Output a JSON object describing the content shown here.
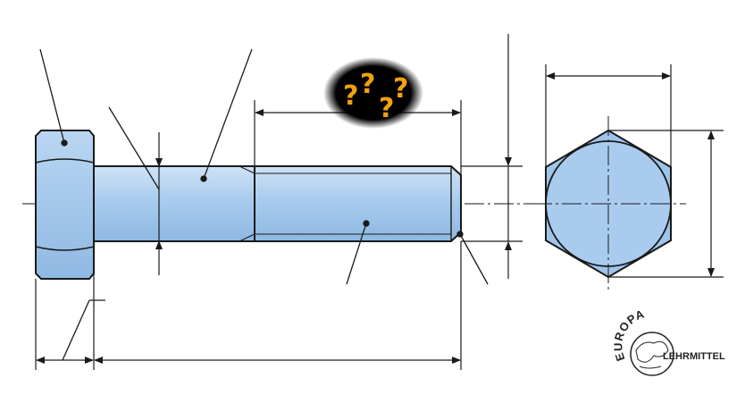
{
  "drawing": {
    "subject": "hex-bolt",
    "colors": {
      "fill": "#9ec4ea",
      "fill_light": "#cfe2f5",
      "outline": "#1a1a1a",
      "blob": "#000000",
      "question": "#f2a20c"
    }
  },
  "callout": {
    "marks": [
      "?",
      "?",
      "?",
      "?"
    ]
  },
  "logo": {
    "top": "EUROPA",
    "right": "LEHRMITTEL"
  }
}
